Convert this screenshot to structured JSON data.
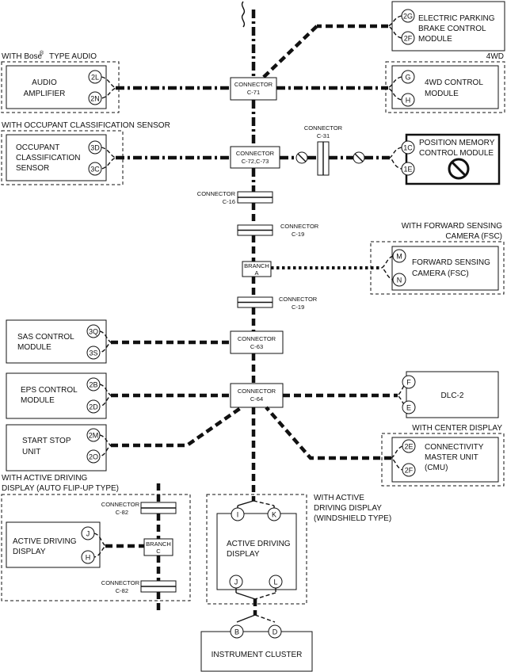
{
  "labels": {
    "with_bose": "WITH Bose",
    "bose_reg": "®",
    "type_audio": "TYPE AUDIO",
    "awd": "4WD",
    "with_ocs": "WITH OCCUPANT CLASSIFICATION SENSOR",
    "with_fsc_1": "WITH FORWARD SENSING",
    "with_fsc_2": "CAMERA (FSC)",
    "with_center_display": "WITH CENTER DISPLAY",
    "with_add_auto_1": "WITH ACTIVE DRIVING",
    "with_add_auto_2": "DISPLAY (AUTO FLIP-UP TYPE)",
    "with_add_ws_1": "WITH ACTIVE",
    "with_add_ws_2": "DRIVING DISPLAY",
    "with_add_ws_3": "(WINDSHIELD TYPE)"
  },
  "modules": {
    "epb": {
      "line1": "ELECTRIC PARKING",
      "line2": "BRAKE CONTROL",
      "line3": "MODULE",
      "pins": [
        "2G",
        "2F"
      ]
    },
    "audio": {
      "line1": "AUDIO",
      "line2": "AMPLIFIER",
      "pins": [
        "2L",
        "2N"
      ]
    },
    "awd": {
      "line1": "4WD CONTROL",
      "line2": "MODULE",
      "pins": [
        "G",
        "H"
      ]
    },
    "ocs": {
      "line1": "OCCUPANT",
      "line2": "CLASSIFICATION",
      "line3": "SENSOR",
      "pins": [
        "3D",
        "3C"
      ]
    },
    "pmc": {
      "line1": "POSITION MEMORY",
      "line2": "CONTROL MODULE",
      "pins": [
        "1C",
        "1E"
      ]
    },
    "fsc": {
      "line1": "FORWARD SENSING",
      "line2": "CAMERA (FSC)",
      "pins": [
        "M",
        "N"
      ]
    },
    "sas": {
      "line1": "SAS CONTROL",
      "line2": "MODULE",
      "pins": [
        "3Q",
        "3S"
      ]
    },
    "eps": {
      "line1": "EPS CONTROL",
      "line2": "MODULE",
      "pins": [
        "2B",
        "2D"
      ]
    },
    "dlc": {
      "line1": "DLC-2",
      "pins": [
        "F",
        "E"
      ]
    },
    "ssu": {
      "line1": "START STOP",
      "line2": "UNIT",
      "pins": [
        "2M",
        "2O"
      ]
    },
    "cmu": {
      "line1": "CONNECTIVITY",
      "line2": "MASTER UNIT",
      "line3": "(CMU)",
      "pins": [
        "2E",
        "2F"
      ]
    },
    "add_auto": {
      "line1": "ACTIVE DRIVING",
      "line2": "DISPLAY",
      "pins": [
        "J",
        "H"
      ]
    },
    "add_ws": {
      "line1": "ACTIVE DRIVING",
      "line2": "DISPLAY",
      "pins_top": [
        "I",
        "K"
      ],
      "pins_bottom": [
        "J",
        "L"
      ]
    },
    "cluster": {
      "line1": "INSTRUMENT CLUSTER",
      "pins": [
        "B",
        "D"
      ]
    }
  },
  "connectors": {
    "c71": {
      "l1": "CONNECTOR",
      "l2": "C-71"
    },
    "c72": {
      "l1": "CONNECTOR",
      "l2": "C-72,C-73"
    },
    "c31": {
      "l1": "CONNECTOR",
      "l2": "C-31"
    },
    "c16": {
      "l1": "CONNECTOR",
      "l2": "C-16"
    },
    "c19a": {
      "l1": "CONNECTOR",
      "l2": "C-19"
    },
    "branch_a": {
      "l1": "BRANCH",
      "l2": "A"
    },
    "c19b": {
      "l1": "CONNECTOR",
      "l2": "C-19"
    },
    "c63": {
      "l1": "CONNECTOR",
      "l2": "C-63"
    },
    "c64": {
      "l1": "CONNECTOR",
      "l2": "C-64"
    },
    "c82a": {
      "l1": "CONNECTOR",
      "l2": "C-82"
    },
    "branch_c": {
      "l1": "BRANCH",
      "l2": "C"
    },
    "c82b": {
      "l1": "CONNECTOR",
      "l2": "C-82"
    }
  }
}
